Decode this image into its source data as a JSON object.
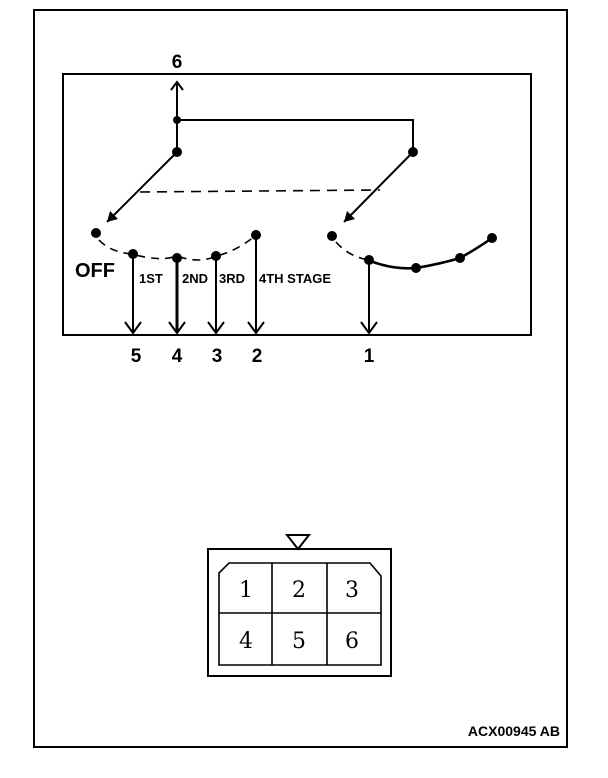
{
  "switch_diagram": {
    "top_terminal": "6",
    "off_label": "OFF",
    "stage_labels": [
      "1ST",
      "2ND",
      "3RD",
      "4TH STAGE"
    ],
    "bottom_terminals": [
      "5",
      "4",
      "3",
      "2",
      "1"
    ]
  },
  "connector": {
    "pins": [
      "1",
      "2",
      "3",
      "4",
      "5",
      "6"
    ]
  },
  "figure_code": "ACX00945 AB"
}
